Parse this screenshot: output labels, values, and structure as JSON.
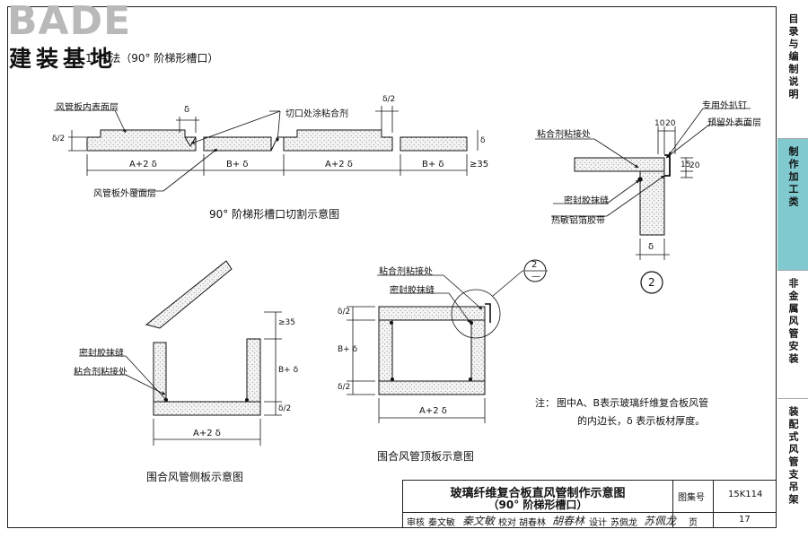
{
  "logo": {
    "wordmark": "BADE",
    "chinese": "建装基地"
  },
  "heading": "1. 片法（90° 阶梯形槽口）",
  "diagrams": {
    "cutting": {
      "caption": "90° 阶梯形槽口切割示意图",
      "labels": {
        "inner_surface": "风管板内表面层",
        "glue_cut": "切口处涂粘合剂",
        "outer_cover": "风管板外覆面层",
        "delta": "δ",
        "delta_half": "δ/2",
        "seg_a": "A+2 δ",
        "seg_b": "B+ δ",
        "min35": "≥35"
      }
    },
    "detail2": {
      "number": "2",
      "labels": {
        "glue_joint": "粘合剂粘接处",
        "special_nail": "专用外扒钉",
        "reserved_outer": "预留外表面层",
        "sealant": "密封胶抹缝",
        "foil_tape": "热敏铝箔胶带",
        "d10": "10",
        "d20": "20",
        "d15": "15",
        "d20v": "20",
        "delta": "δ"
      }
    },
    "side_panel": {
      "caption": "围合风管侧板示意图",
      "labels": {
        "sealant": "密封胶抹缝",
        "glue_joint": "粘合剂粘接处",
        "min35": "≥35",
        "b_delta": "B+ δ",
        "delta_half": "δ/2",
        "a2": "A+2 δ"
      }
    },
    "top_panel": {
      "caption": "围合风管顶板示意图",
      "labels": {
        "glue_joint": "粘合剂粘接处",
        "sealant": "密封胶抹缝",
        "delta_half": "δ/2",
        "b_delta": "B+ δ",
        "a2": "A+2 δ",
        "ref_num": "2",
        "ref_sheet": "—"
      }
    }
  },
  "note": {
    "label": "注：",
    "line1": "图中A、B表示玻璃纤维复合板风管",
    "line2": "的内边长，δ 表示板材厚度。"
  },
  "title_block": {
    "title_line1": "玻璃纤维复合板直风管制作示意图",
    "title_line2": "（90° 阶梯形槽口）",
    "atlas_label": "图集号",
    "atlas_value": "15K114",
    "review_label": "审核",
    "review_name": "秦文敏",
    "check_label": "校对",
    "check_name": "胡春林",
    "design_label": "设计",
    "design_name": "苏佩龙",
    "page_label": "页",
    "page_value": "17"
  },
  "sidebar": [
    {
      "label": "目录与编制说明",
      "active": false
    },
    {
      "label": "制作加工类",
      "active": true
    },
    {
      "label": "非金属风管安装",
      "active": false
    },
    {
      "label": "装配式风管支吊架",
      "active": false
    }
  ]
}
